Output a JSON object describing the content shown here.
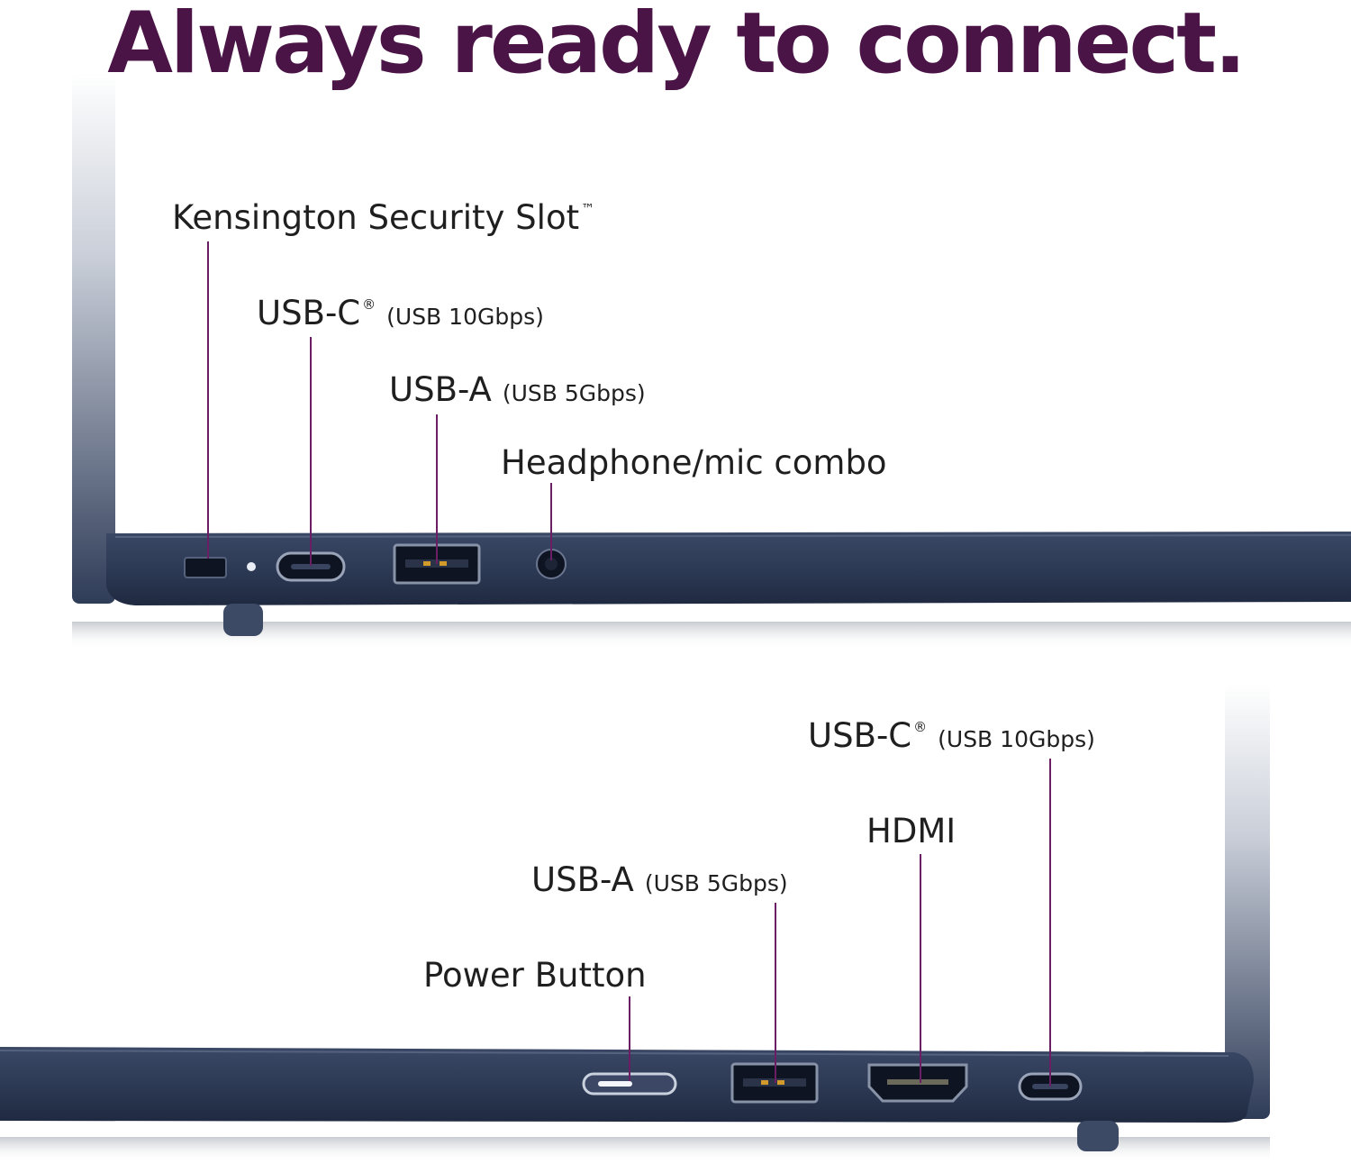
{
  "headline": "Always ready to connect.",
  "colors": {
    "headline": "#4a1446",
    "leader_line": "#6b1e63",
    "chassis": "#2d3a55",
    "label_text": "#1f1f1f"
  },
  "left_side": {
    "ports": [
      {
        "label": "Kensington Security Slot",
        "mark": "™",
        "spec": "",
        "icon": "lock-slot-icon"
      },
      {
        "label": "USB-C",
        "mark": "®",
        "spec": "(USB 10Gbps)",
        "icon": "usb-c-port-icon"
      },
      {
        "label": "USB-A",
        "mark": "",
        "spec": "(USB 5Gbps)",
        "icon": "usb-a-port-icon"
      },
      {
        "label": "Headphone/mic combo",
        "mark": "",
        "spec": "",
        "icon": "audio-jack-icon"
      }
    ]
  },
  "right_side": {
    "ports": [
      {
        "label": "USB-C",
        "mark": "®",
        "spec": "(USB 10Gbps)",
        "icon": "usb-c-port-icon"
      },
      {
        "label": "HDMI",
        "mark": "",
        "spec": "",
        "icon": "hdmi-port-icon"
      },
      {
        "label": "USB-A",
        "mark": "",
        "spec": "(USB 5Gbps)",
        "icon": "usb-a-port-icon"
      },
      {
        "label": "Power Button",
        "mark": "",
        "spec": "",
        "icon": "power-button-icon"
      }
    ]
  }
}
